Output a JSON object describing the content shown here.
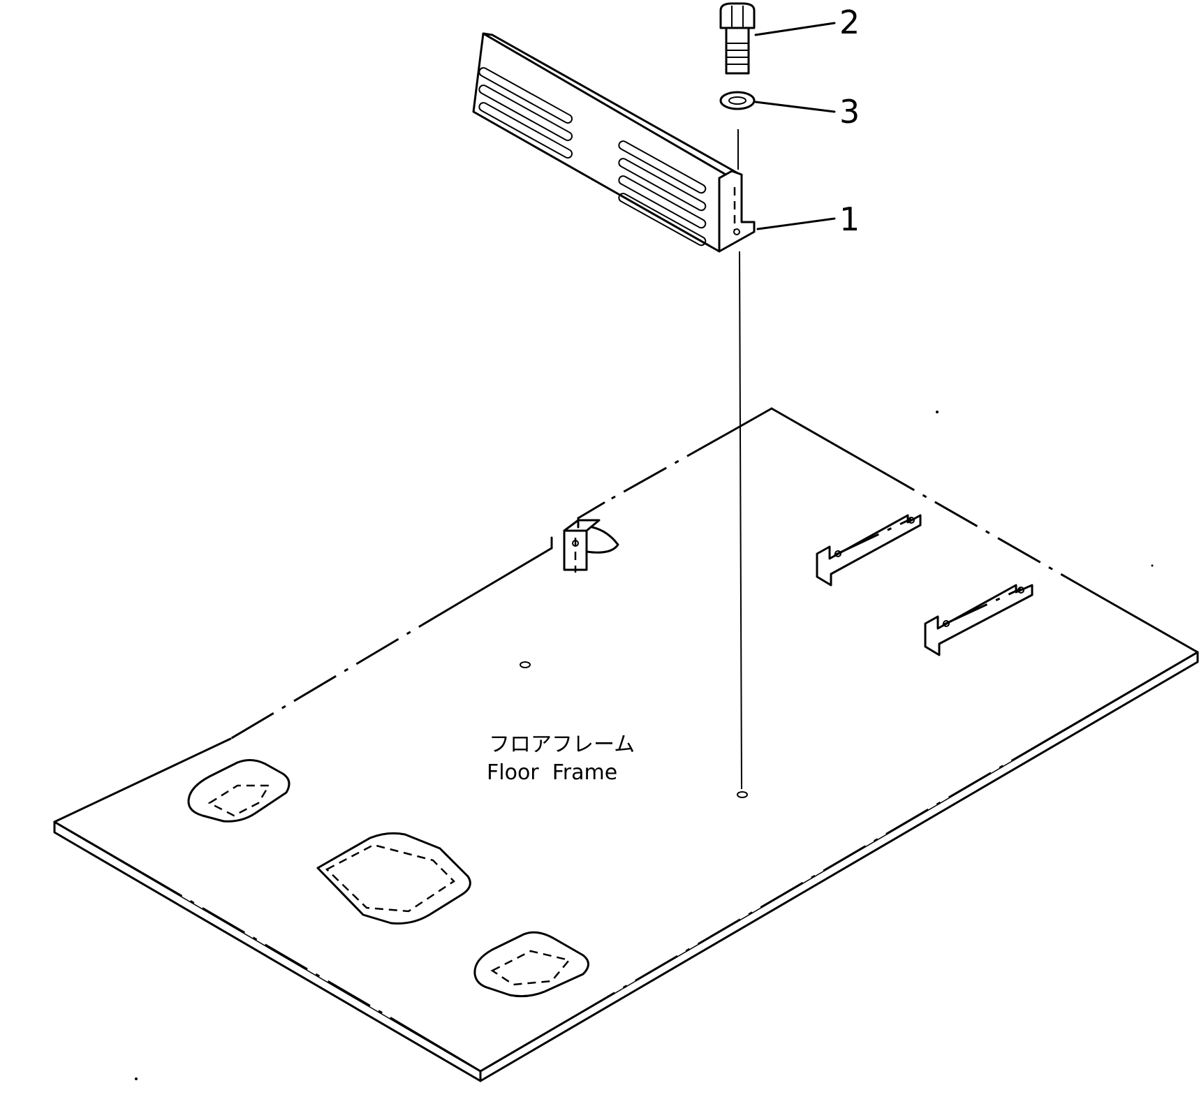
{
  "parts": [
    {
      "number": "1",
      "name_icon": "heater-cover-icon"
    },
    {
      "number": "2",
      "name_icon": "bolt-icon"
    },
    {
      "number": "3",
      "name_icon": "washer-icon"
    }
  ],
  "floor_frame": {
    "label_ja": "フロアフレーム",
    "label_en": "Floor  Frame"
  }
}
